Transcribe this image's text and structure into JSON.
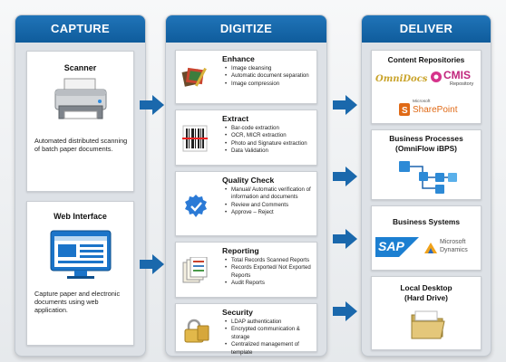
{
  "capture": {
    "title": "CAPTURE",
    "scanner": {
      "title": "Scanner",
      "description": "Automated distributed scanning of batch paper documents."
    },
    "web": {
      "title": "Web Interface",
      "description": "Capture paper and electronic documents using web application."
    }
  },
  "digitize": {
    "title": "DIGITIZE",
    "sections": [
      {
        "title": "Enhance",
        "items": [
          "Image cleansing",
          "Automatic document separation",
          "Image compression"
        ]
      },
      {
        "title": "Extract",
        "items": [
          "Bar-code extraction",
          "OCR, MICR extraction",
          "Photo and Signature extraction",
          "Data Validation"
        ]
      },
      {
        "title": "Quality Check",
        "items": [
          "Manual/ Automatic verification of information and documents",
          "Review and Comments",
          "Approve – Reject"
        ]
      },
      {
        "title": "Reporting",
        "items": [
          "Total Records Scanned Reports",
          "Records Exported/ Not Exported Reports",
          "Audit Reports"
        ]
      },
      {
        "title": "Security",
        "items": [
          "LDAP authentication",
          "Encrypted communication & storage",
          "Centralized management of template"
        ]
      }
    ]
  },
  "deliver": {
    "title": "DELIVER",
    "content": {
      "title": "Content Repositories",
      "omnidocs": "OmniDocs",
      "cmis": "CMIS",
      "cmis_sub": "Repository",
      "sharepoint_top": "Microsoft",
      "sharepoint": "SharePoint"
    },
    "bpm": {
      "title": "Business Processes",
      "subtitle": "(OmniFlow iBPS)"
    },
    "systems": {
      "title": "Business Systems",
      "sap": "SAP",
      "ms_top": "Microsoft",
      "ms_bottom": "Dynamics"
    },
    "desktop": {
      "title": "Local Desktop",
      "subtitle": "(Hard Drive)"
    }
  },
  "colors": {
    "header_blue": "#1667a8",
    "arrow_blue": "#1a68ac"
  }
}
